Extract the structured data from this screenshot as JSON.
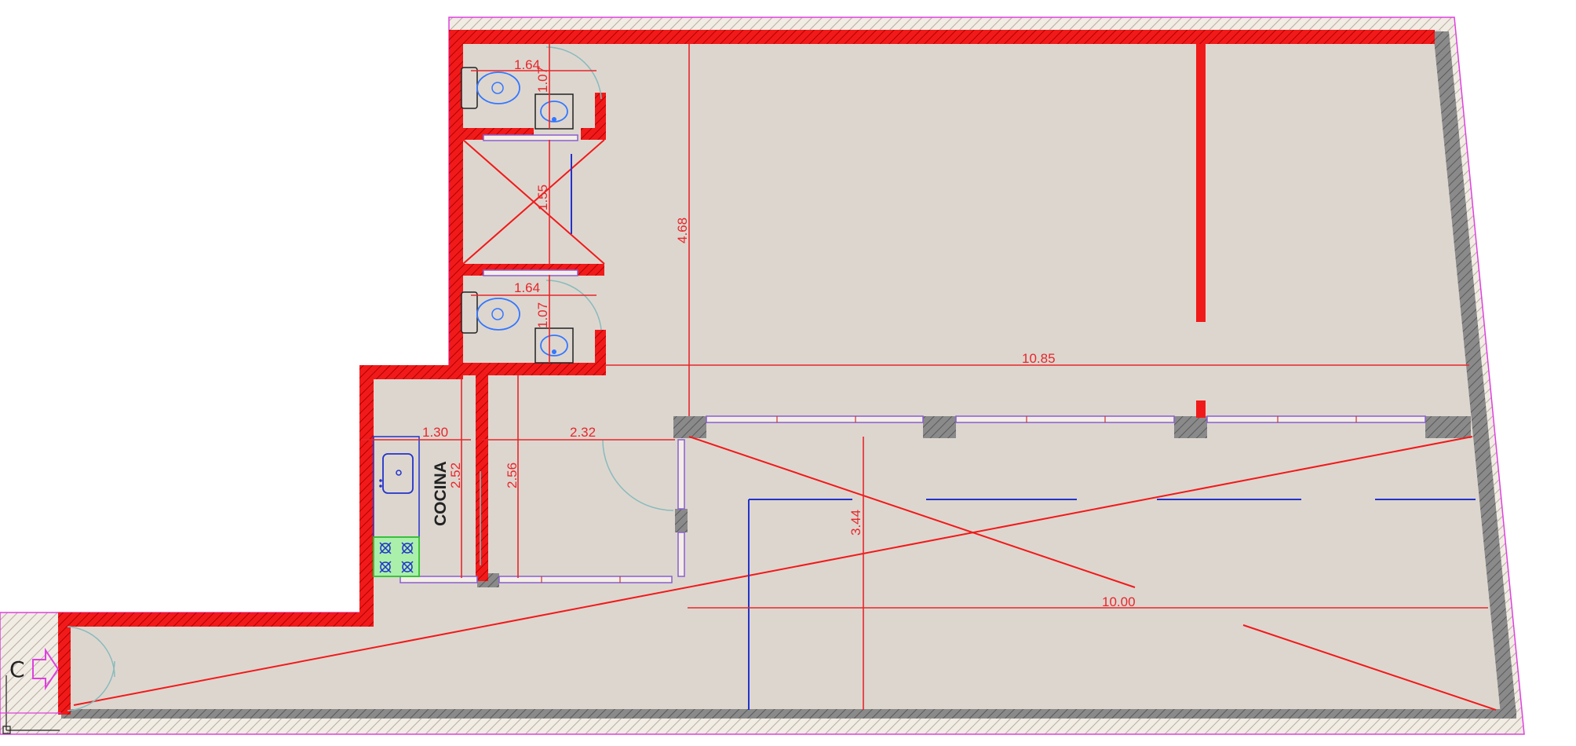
{
  "colors": {
    "floor": "#ddd6cf",
    "wall": "#f11a1a",
    "existing_wall": "#8a8a8a",
    "dimension": "#e8262a",
    "blue_line": "#2233cc",
    "fixture": "#3377ff",
    "magenta": "#e040e0",
    "stove": "#55dd55"
  },
  "labels": {
    "room_kitchen": "COCINA",
    "axis_marker": "C"
  },
  "dimensions": {
    "bath_top_width": "1.64",
    "bath_top_depth": "1.07",
    "vestibule": "1.55",
    "bath_bottom_width": "1.64",
    "bath_bottom_depth": "1.07",
    "office_depth": "4.68",
    "total_width_upper": "10.85",
    "kitchen_width": "1.30",
    "kitchen_depth": "2.52",
    "hall_depth": "2.56",
    "hall_width": "2.32",
    "lower_depth": "3.44",
    "total_width_lower": "10.00"
  },
  "icons": [
    "toilet-icon",
    "washbasin-icon",
    "sink-icon",
    "stove-icon",
    "entry-arrow-icon",
    "door-swing-icon"
  ]
}
